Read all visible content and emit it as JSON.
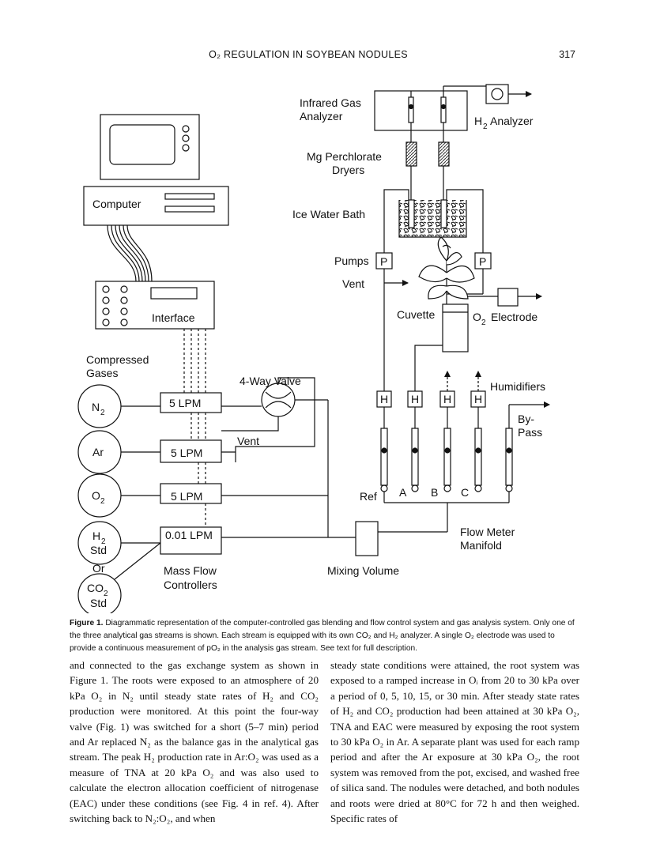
{
  "header": {
    "running_title": "O₂ REGULATION IN SOYBEAN NODULES",
    "page_number": "317"
  },
  "diagram": {
    "infrared_line1": "Infrared Gas",
    "infrared_line2": "Analyzer",
    "h2_analyzer": "Analyzer",
    "mg_line1": "Mg Perchlorate",
    "mg_line2": "Dryers",
    "ice_bath": "Ice Water Bath",
    "computer": "Computer",
    "pumps": "Pumps",
    "pump_letter": "P",
    "vent": "Vent",
    "cuvette": "Cuvette",
    "o2_electrode": "Electrode",
    "interface": "Interface",
    "compressed_line1": "Compressed",
    "compressed_line2": "Gases",
    "four_way_valve": "4-Way Valve",
    "humidifiers": "Humidifiers",
    "humidifier_letter": "H",
    "by_pass_line1": "By-",
    "by_pass_line2": "Pass",
    "gas_n2": "N",
    "gas_ar": "Ar",
    "gas_o2": "O",
    "gas_h2": "H",
    "gas_std": "Std",
    "gas_or": "Or",
    "gas_co2": "CO",
    "sub_2": "2",
    "mfc_5lpm": "5 LPM",
    "mfc_001": "0.01 LPM",
    "vent2": "Vent",
    "stream_ref": "Ref",
    "stream_a": "A",
    "stream_b": "B",
    "stream_c": "C",
    "flow_meter_line1": "Flow Meter",
    "flow_meter_line2": "Manifold",
    "mixing_volume": "Mixing Volume",
    "mass_flow_line1": "Mass Flow",
    "mass_flow_line2": "Controllers"
  },
  "caption": {
    "label": "Figure 1.",
    "text": "Diagrammatic representation of the computer-controlled gas blending and flow control system and gas analysis system. Only one of the three analytical gas streams is shown. Each stream is equipped with its own CO₂ and H₂ analyzer. A single O₂ electrode was used to provide a continuous measurement of pO₂ in the analysis gas stream. See text for full description."
  },
  "body": {
    "left_column": "and connected to the gas exchange system as shown in Figure 1. The roots were exposed to an atmosphere of 20 kPa O₂ in N₂ until steady state rates of H₂ and CO₂ production were monitored. At this point the four-way valve (Fig. 1) was switched for a short (5–7 min) period and Ar replaced N₂ as the balance gas in the analytical gas stream. The peak H₂ production rate in Ar:O₂ was used as a measure of TNA at 20 kPa O₂ and was also used to calculate the electron allocation coefficient of nitrogenase (EAC) under these conditions (see Fig. 4 in ref. 4). After switching back to N₂:O₂, and when",
    "right_column": "steady state conditions were attained, the root system was exposed to a ramped increase in Oᵢ from 20 to 30 kPa over a period of 0, 5, 10, 15, or 30 min. After steady state rates of H₂ and CO₂ production had been attained at 30 kPa O₂, TNA and EAC were measured by exposing the root system to 30 kPa O₂ in Ar. A separate plant was used for each ramp period and after the Ar exposure at 30 kPa O₂, the root system was removed from the pot, excised, and washed free of silica sand. The nodules were detached, and both nodules and roots were dried at 80°C for 72 h and then weighed. Specific rates of"
  }
}
